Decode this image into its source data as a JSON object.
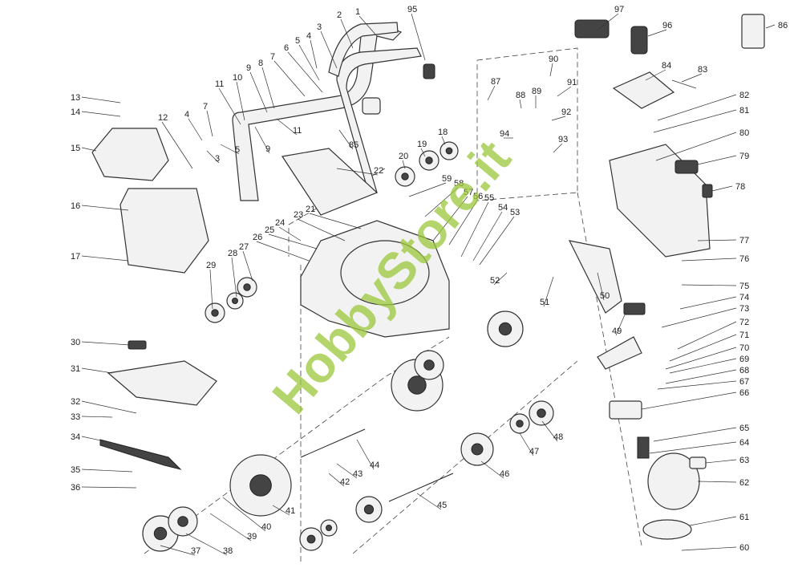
{
  "title": "Lawn mower exploded parts diagram",
  "watermark": "HobbyStore.it",
  "parts": [
    "1",
    "2",
    "3",
    "4",
    "5",
    "6",
    "7",
    "8",
    "9",
    "10",
    "11",
    "7",
    "4",
    "11",
    "9",
    "85",
    "95",
    "97",
    "96",
    "86",
    "84",
    "83",
    "90",
    "91",
    "87",
    "88",
    "89",
    "92",
    "94",
    "93",
    "82",
    "81",
    "80",
    "79",
    "78",
    "77",
    "76",
    "75",
    "74",
    "73",
    "72",
    "71",
    "70",
    "69",
    "68",
    "67",
    "66",
    "65",
    "64",
    "63",
    "62",
    "61",
    "60",
    "13",
    "14",
    "15",
    "12",
    "3",
    "5",
    "22",
    "18",
    "19",
    "20",
    "59",
    "58",
    "57",
    "56",
    "55",
    "54",
    "53",
    "21",
    "23",
    "24",
    "25",
    "26",
    "27",
    "28",
    "29",
    "16",
    "17",
    "52",
    "51",
    "50",
    "49",
    "30",
    "31",
    "32",
    "33",
    "34",
    "35",
    "36",
    "37",
    "38",
    "39",
    "40",
    "41",
    "42",
    "43",
    "44",
    "45",
    "46",
    "47",
    "48"
  ]
}
